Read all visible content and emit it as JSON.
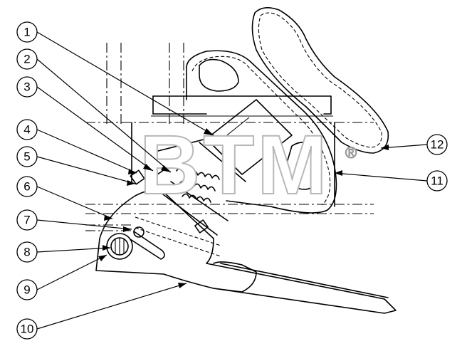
{
  "watermark": {
    "text": "BTM",
    "mark": "®"
  },
  "callouts": [
    {
      "id": 1,
      "label": "1"
    },
    {
      "id": 2,
      "label": "2"
    },
    {
      "id": 3,
      "label": "3"
    },
    {
      "id": 4,
      "label": "4"
    },
    {
      "id": 5,
      "label": "5"
    },
    {
      "id": 6,
      "label": "6"
    },
    {
      "id": 7,
      "label": "7"
    },
    {
      "id": 8,
      "label": "8"
    },
    {
      "id": 9,
      "label": "9"
    },
    {
      "id": 10,
      "label": "10"
    },
    {
      "id": 11,
      "label": "11"
    },
    {
      "id": 12,
      "label": "12"
    }
  ]
}
